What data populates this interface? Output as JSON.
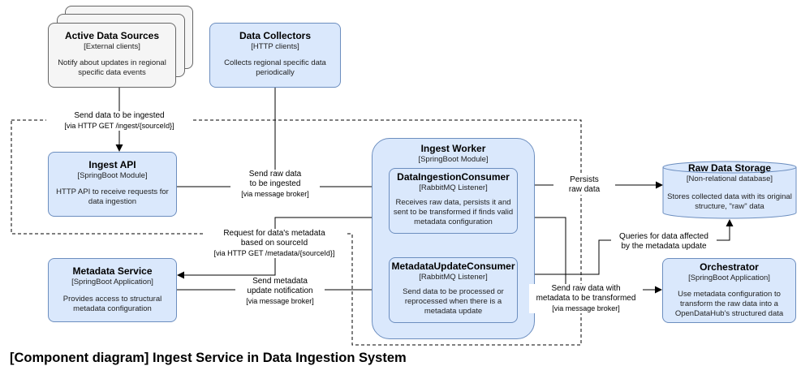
{
  "components": {
    "sources": {
      "title": "Active Data Sources",
      "type": "[External clients]",
      "desc": "Notify about updates in regional specific data events"
    },
    "collectors": {
      "title": "Data Collectors",
      "type": "[HTTP clients]",
      "desc": "Collects regional specific data periodically"
    },
    "ingest_api": {
      "title": "Ingest API",
      "type": "[SpringBoot Module]",
      "desc": "HTTP API to receive requests for data ingestion"
    },
    "worker": {
      "title": "Ingest Worker",
      "type": "[SpringBoot Module]"
    },
    "ingestion_consumer": {
      "title": "DataIngestionConsumer",
      "type": "[RabbitMQ Listener]",
      "desc": "Receives raw data, persists it and sent to be transformed if finds valid metadata configuration"
    },
    "update_consumer": {
      "title": "MetadataUpdateConsumer",
      "type": "[RabbitMQ Listener]",
      "desc": "Send data to be processed or reprocessed when there is a metadata update"
    },
    "storage": {
      "title": "Raw Data Storage",
      "type": "[Non-relational database]",
      "desc": "Stores collected data with its original structure, \"raw\" data"
    },
    "metadata": {
      "title": "Metadata Service",
      "type": "[SpringBoot Application]",
      "desc": "Provides access to structural metadata configuration"
    },
    "orchestrator": {
      "title": "Orchestrator",
      "type": "[SpringBoot Application]",
      "desc": "Use metadata configuration to transform the raw data into a OpenDataHub's structured data"
    }
  },
  "edges": {
    "send_ingest": {
      "line1": "Send data to be ingested",
      "line2": "[via HTTP GET /ingest/{sourceId}]"
    },
    "send_raw": {
      "line1": "Send raw data",
      "line2": "to be ingested",
      "line3": "[via message broker]"
    },
    "persists": {
      "line1": "Persists",
      "line2": "raw data"
    },
    "request_meta": {
      "line1": "Request for data's metadata",
      "line2": "based on sourceId",
      "line3": "[via HTTP GET /metadata/{sourceId}]"
    },
    "queries": {
      "line1": "Queries for data affected",
      "line2": "by the metadata update"
    },
    "meta_update": {
      "line1": "Send metadata",
      "line2": "update notification",
      "line3": "[via message broker]"
    },
    "send_transform": {
      "line1": "Send raw data with",
      "line2": "metadata to be transformed",
      "line3": "[via message broker]"
    }
  },
  "caption": "[Component diagram] Ingest Service in Data Ingestion System",
  "colors": {
    "component_fill": "#dae8fc",
    "component_stroke": "#6c8ebf",
    "external_fill": "#f5f5f5",
    "external_stroke": "#666666"
  }
}
